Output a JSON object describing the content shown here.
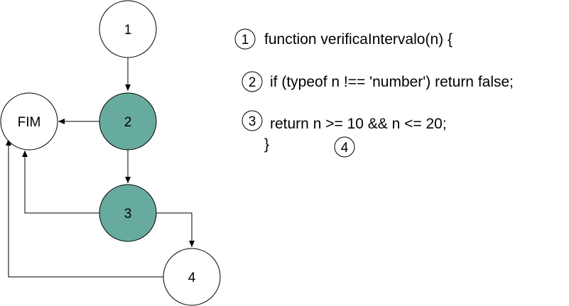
{
  "colors": {
    "highlight_fill": "#67ab9f",
    "default_fill": "#ffffff",
    "stroke": "#000000"
  },
  "flowgraph": {
    "nodes": [
      {
        "id": "n1",
        "label": "1",
        "highlighted": false
      },
      {
        "id": "n2",
        "label": "2",
        "highlighted": true
      },
      {
        "id": "n3",
        "label": "3",
        "highlighted": true
      },
      {
        "id": "n4",
        "label": "4",
        "highlighted": false
      },
      {
        "id": "fim",
        "label": "FIM",
        "highlighted": false
      }
    ],
    "edges": [
      {
        "from": "n1",
        "to": "n2"
      },
      {
        "from": "n2",
        "to": "fim"
      },
      {
        "from": "n2",
        "to": "n3"
      },
      {
        "from": "n3",
        "to": "fim"
      },
      {
        "from": "n3",
        "to": "n4"
      },
      {
        "from": "n4",
        "to": "fim"
      }
    ]
  },
  "code": {
    "lines": [
      {
        "marker": "1",
        "text": "function verificaIntervalo(n) {"
      },
      {
        "marker": "2",
        "text": "if (typeof n !== 'number') return false;"
      },
      {
        "marker": "3",
        "text": "return n >= 10 && n <= 20;"
      },
      {
        "marker": "",
        "text": "}"
      }
    ],
    "end_marker": "4"
  }
}
